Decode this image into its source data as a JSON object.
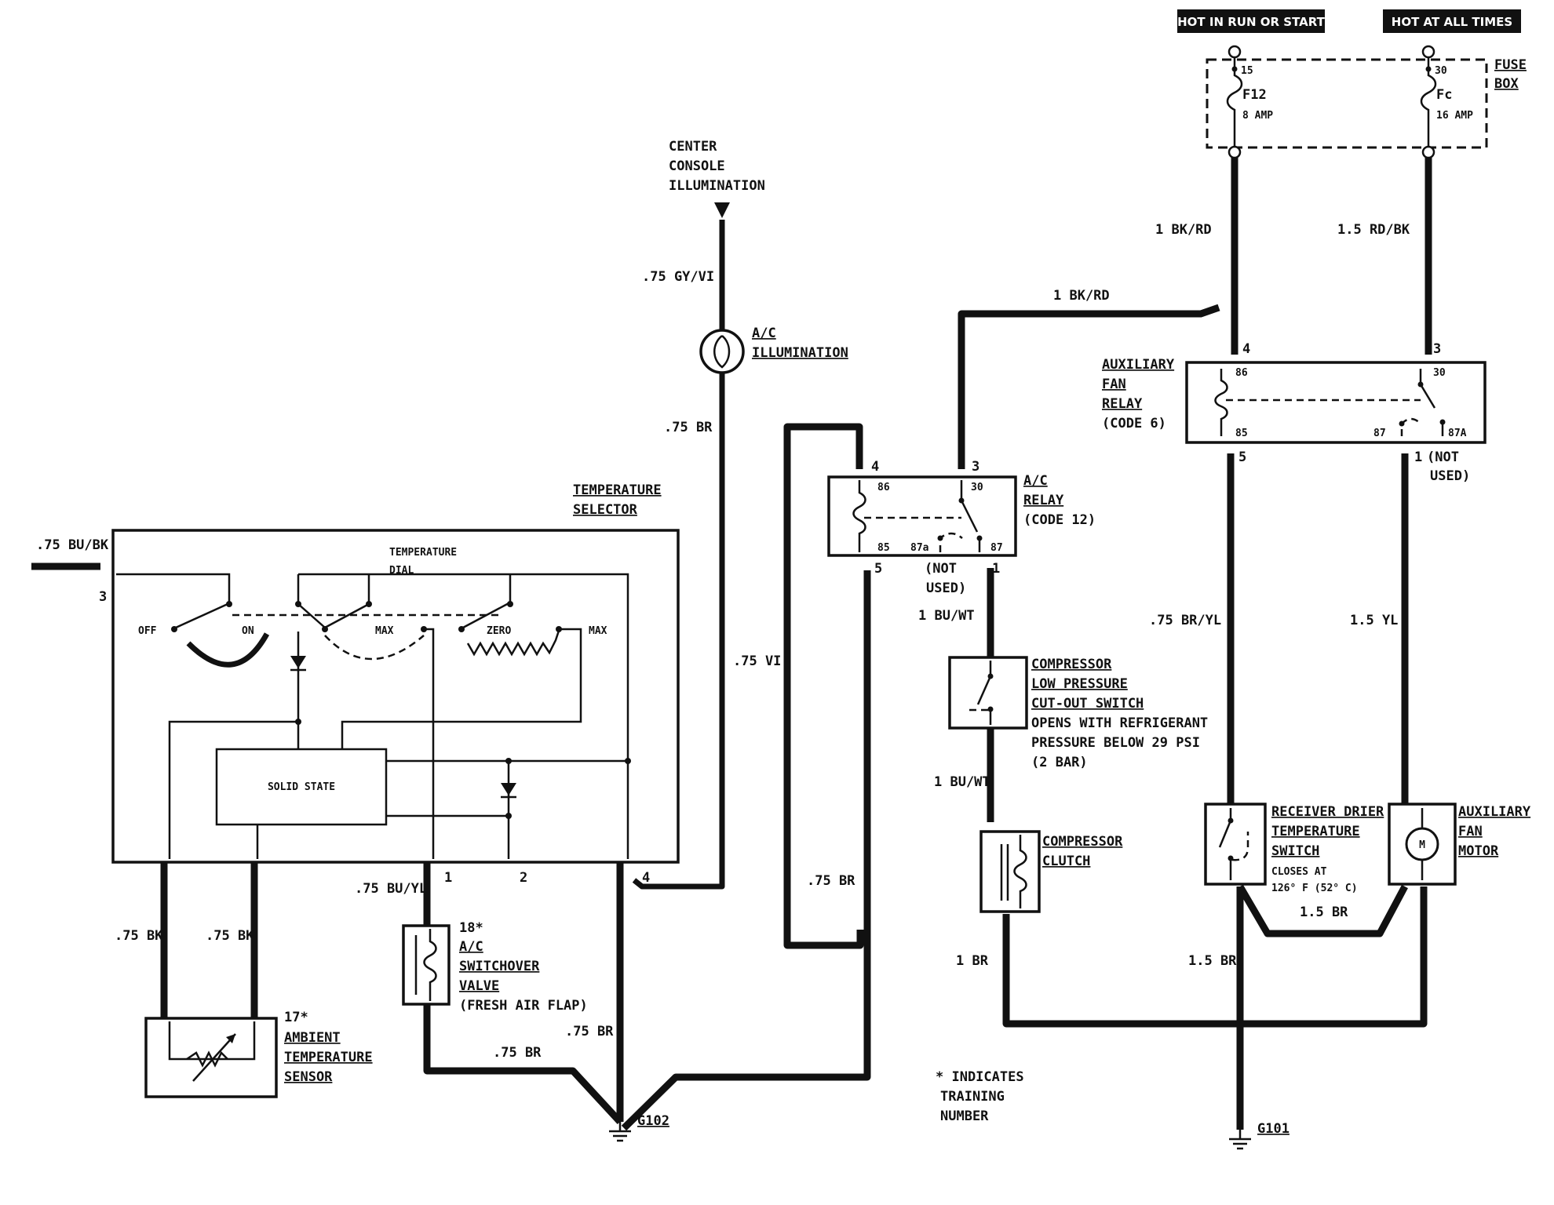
{
  "power": {
    "hot_run_start": "HOT IN RUN OR START",
    "hot_all_times": "HOT AT ALL TIMES"
  },
  "fuse_box": {
    "label_line1": "FUSE",
    "label_line2": "BOX",
    "f12_pin": "15",
    "f12_name": "F12",
    "f12_rating": "8 AMP",
    "fc_pin": "30",
    "fc_name": "Fc",
    "fc_rating": "16 AMP"
  },
  "wires": {
    "bk_rd_1": "1 BK/RD",
    "bk_rd_2": "1 BK/RD",
    "rd_bk": "1.5 RD/BK",
    "gy_vi": ".75 GY/VI",
    "br_075_a": ".75 BR",
    "bu_bk": ".75 BU/BK",
    "vi": ".75 VI",
    "bu_wt_1": "1 BU/WT",
    "bu_wt_2": "1 BU/WT",
    "br_yl": ".75 BR/YL",
    "yl_15": "1.5 YL",
    "bk_1": ".75 BK",
    "bk_2": ".75 BK",
    "bu_yl": ".75 BU/YL",
    "br_075_b": ".75 BR",
    "br_075_c": ".75 BR",
    "br_075_d": ".75 BR",
    "br_1": "1 BR",
    "br_15_a": "1.5 BR",
    "br_15_b": "1.5 BR"
  },
  "console": {
    "line1": "CENTER",
    "line2": "CONSOLE",
    "line3": "ILLUMINATION"
  },
  "ac_illum": {
    "line1": "A/C",
    "line2": "ILLUMINATION"
  },
  "aux_relay": {
    "line1": "AUXILIARY",
    "line2": "FAN",
    "line3": "RELAY",
    "line4": "(CODE 6)",
    "pin4": "4",
    "pin3": "3",
    "pin5": "5",
    "pin1": "1",
    "t86": "86",
    "t30": "30",
    "t85": "85",
    "t87": "87",
    "t87a": "87A",
    "not_used1": "(NOT",
    "not_used2": "USED)"
  },
  "ac_relay": {
    "line1": "A/C",
    "line2": "RELAY",
    "line3": "(CODE 12)",
    "pin4": "4",
    "pin3": "3",
    "pin5": "5",
    "pin1": "1",
    "t86": "86",
    "t30": "30",
    "t85": "85",
    "t87a": "87a",
    "t87": "87",
    "not_used1": "(NOT",
    "not_used2": "USED)"
  },
  "temp_selector": {
    "title1": "TEMPERATURE",
    "title2": "SELECTOR",
    "dial1": "TEMPERATURE",
    "dial2": "DIAL",
    "off": "OFF",
    "on": "ON",
    "max1": "MAX",
    "zero": "ZERO",
    "max2": "MAX",
    "solid_state": "SOLID STATE",
    "pin3": "3",
    "pin1": "1",
    "pin2": "2",
    "pin4": "4"
  },
  "compressor_switch": {
    "line1": "COMPRESSOR",
    "line2": "LOW PRESSURE",
    "line3": "CUT-OUT SWITCH",
    "line4": "OPENS WITH REFRIGERANT",
    "line5": "PRESSURE BELOW 29 PSI",
    "line6": "(2 BAR)"
  },
  "compressor_clutch": {
    "line1": "COMPRESSOR",
    "line2": "CLUTCH"
  },
  "receiver_switch": {
    "line1": "RECEIVER DRIER",
    "line2": "TEMPERATURE",
    "line3": "SWITCH",
    "line4": "CLOSES AT",
    "line5": "126° F (52° C)"
  },
  "aux_motor": {
    "line1": "AUXILIARY",
    "line2": "FAN",
    "line3": "MOTOR",
    "symbol": "M"
  },
  "switchover_valve": {
    "num": "18*",
    "line1": "A/C",
    "line2": "SWITCHOVER",
    "line3": "VALVE",
    "line4": "(FRESH AIR FLAP)"
  },
  "ambient_sensor": {
    "num": "17*",
    "line1": "AMBIENT",
    "line2": "TEMPERATURE",
    "line3": "SENSOR"
  },
  "grounds": {
    "g102": "G102",
    "g101": "G101"
  },
  "footnote": {
    "line1": "* INDICATES",
    "line2": "TRAINING",
    "line3": "NUMBER"
  }
}
